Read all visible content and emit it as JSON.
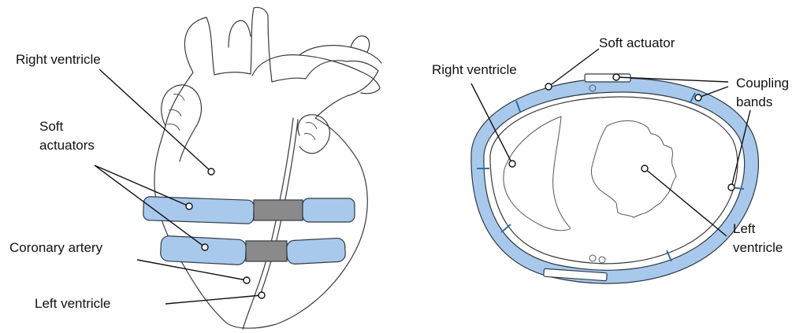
{
  "colors": {
    "actuator": "#a9c9ec",
    "coupling_band": "#8a8a8a",
    "line_art": "#3a3a3a"
  },
  "left_view": {
    "right_ventricle": "Right ventricle",
    "soft_actuators_line1": "Soft",
    "soft_actuators_line2": "actuators",
    "coronary_artery": "Coronary artery",
    "left_ventricle": "Left ventricle"
  },
  "right_view": {
    "soft_actuator": "Soft actuator",
    "right_ventricle": "Right ventricle",
    "coupling_bands_line1": "Coupling",
    "coupling_bands_line2": "bands",
    "left_ventricle_line1": "Left",
    "left_ventricle_line2": "ventricle"
  }
}
